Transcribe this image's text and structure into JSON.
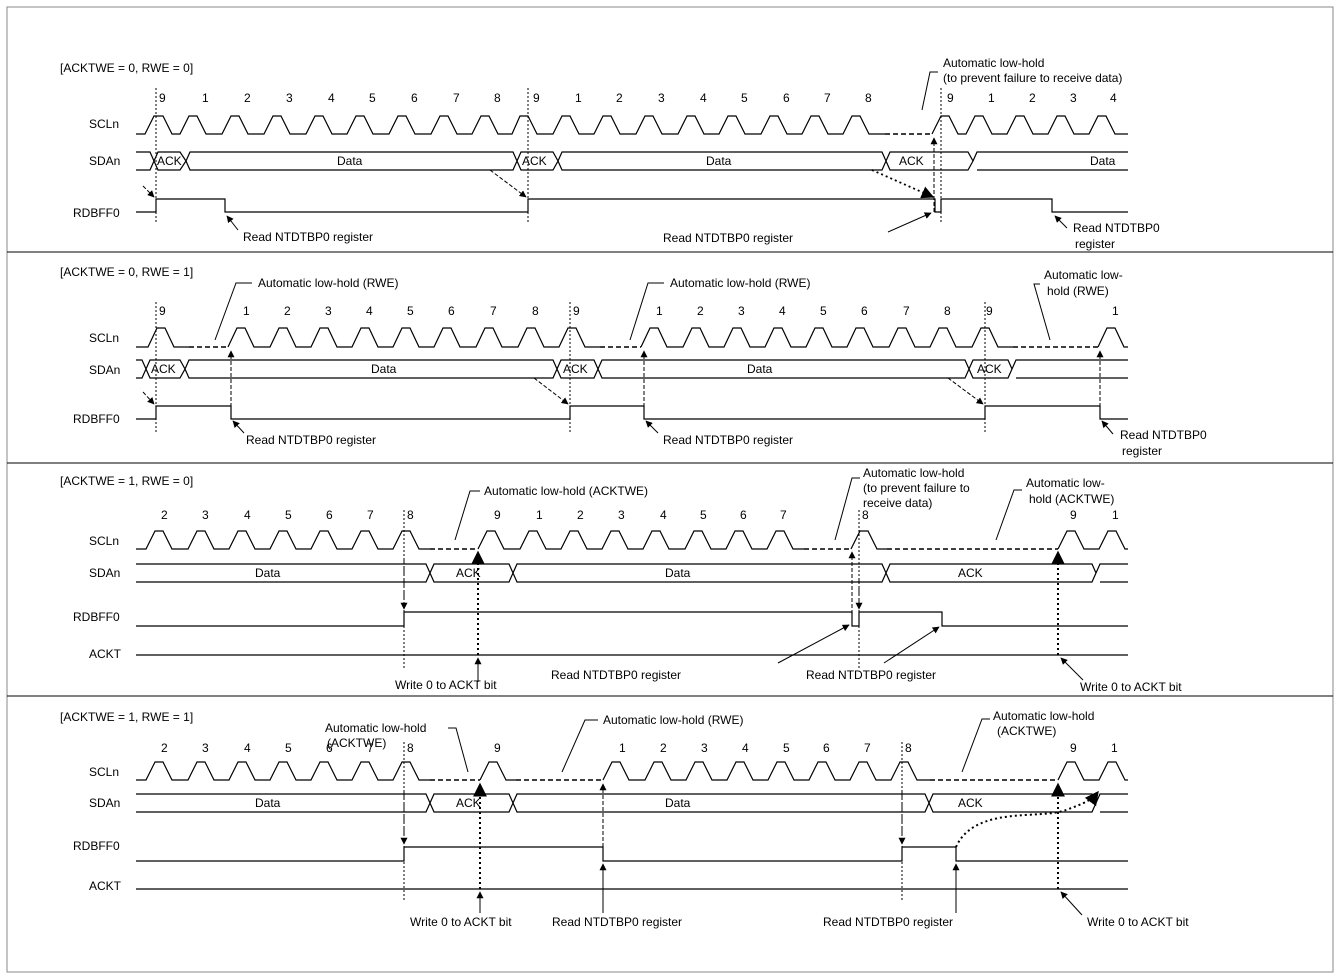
{
  "panels": [
    {
      "title": "[ACKTWE = 0, RWE = 0]",
      "signals": [
        "SCLn",
        "SDAn",
        "RDBFF0"
      ],
      "clock_numbers": [
        "9",
        "1",
        "2",
        "3",
        "4",
        "5",
        "6",
        "7",
        "8",
        "9",
        "1",
        "2",
        "3",
        "4",
        "5",
        "6",
        "7",
        "8",
        "9",
        "1",
        "2",
        "3",
        "4"
      ],
      "sda_labels": [
        "ACK",
        "Data",
        "ACK",
        "Data",
        "ACK",
        "Data"
      ],
      "annotations": [
        "Automatic low-hold",
        "(to prevent failure to receive data)"
      ],
      "events": [
        "Read NTDTBP0 register",
        "Read NTDTBP0 register",
        "Read NTDTBP0",
        "register"
      ]
    },
    {
      "title": "[ACKTWE = 0, RWE = 1]",
      "signals": [
        "SCLn",
        "SDAn",
        "RDBFF0"
      ],
      "clock_numbers": [
        "9",
        "1",
        "2",
        "3",
        "4",
        "5",
        "6",
        "7",
        "8",
        "9",
        "1",
        "2",
        "3",
        "4",
        "5",
        "6",
        "7",
        "8",
        "9",
        "1"
      ],
      "sda_labels": [
        "ACK",
        "Data",
        "ACK",
        "Data",
        "ACK"
      ],
      "annotations": [
        "Automatic low-hold (RWE)",
        "Automatic low-hold (RWE)",
        "Automatic low-",
        "hold (RWE)"
      ],
      "events": [
        "Read NTDTBP0 register",
        "Read NTDTBP0 register",
        "Read NTDTBP0",
        "register"
      ]
    },
    {
      "title": "[ACKTWE = 1, RWE = 0]",
      "signals": [
        "SCLn",
        "SDAn",
        "RDBFF0",
        "ACKT"
      ],
      "clock_numbers": [
        "2",
        "3",
        "4",
        "5",
        "6",
        "7",
        "8",
        "9",
        "1",
        "2",
        "3",
        "4",
        "5",
        "6",
        "7",
        "8",
        "9",
        "1"
      ],
      "sda_labels": [
        "Data",
        "ACK",
        "Data",
        "ACK"
      ],
      "annotations": [
        "Automatic low-hold (ACKTWE)",
        "Automatic low-hold",
        "(to prevent failure to",
        "receive data)",
        "Automatic low-",
        "hold (ACKTWE)"
      ],
      "events": [
        "Write 0 to ACKT bit",
        "Read NTDTBP0 register",
        "Read NTDTBP0 register",
        "Write 0 to ACKT bit"
      ]
    },
    {
      "title": "[ACKTWE = 1, RWE = 1]",
      "signals": [
        "SCLn",
        "SDAn",
        "RDBFF0",
        "ACKT"
      ],
      "clock_numbers": [
        "2",
        "3",
        "4",
        "5",
        "6",
        "7",
        "8",
        "9",
        "1",
        "2",
        "3",
        "4",
        "5",
        "6",
        "7",
        "8",
        "9",
        "1"
      ],
      "sda_labels": [
        "Data",
        "ACK",
        "Data",
        "ACK"
      ],
      "annotations": [
        "Automatic low-hold",
        "(ACKTWE)",
        "Automatic low-hold (RWE)",
        "Automatic low-hold",
        "(ACKTWE)"
      ],
      "events": [
        "Write 0 to ACKT bit",
        "Read NTDTBP0 register",
        "Read NTDTBP0 register",
        "Write 0 to ACKT bit"
      ]
    }
  ]
}
